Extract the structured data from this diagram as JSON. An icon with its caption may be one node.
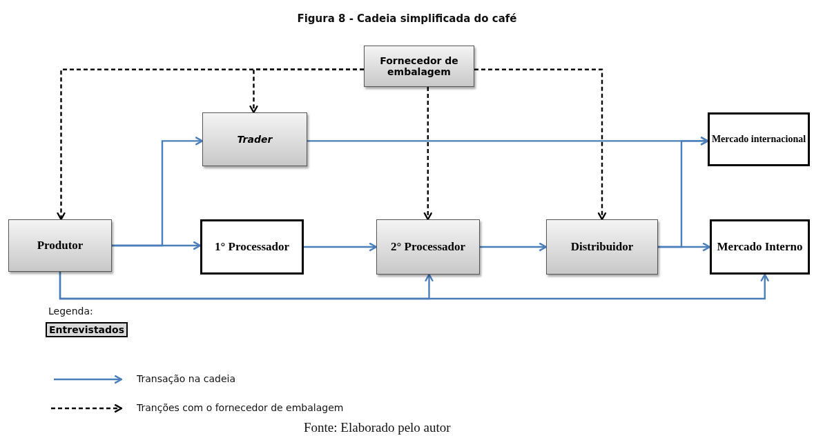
{
  "diagram": {
    "title": "Figura 8 - Cadeia simplificada do café",
    "caption": "Fonte: Elaborado pelo autor",
    "nodes": [
      {
        "text": [
          "Fornecedor de embalagem"
        ]
      },
      {
        "text": [
          "Trader"
        ]
      },
      {
        "text": [
          "Mercado internacional"
        ]
      },
      {
        "text": [
          "Produtor"
        ]
      },
      {
        "text": [
          "1° Processador"
        ]
      },
      {
        "text": [
          "2° Processador"
        ]
      },
      {
        "text": [
          "Distribuidor"
        ]
      },
      {
        "text": [
          "Mercado Interno"
        ]
      }
    ],
    "edges": [
      {
        "from": 0,
        "to": 3,
        "arrow": "to",
        "style": "dashed",
        "color": "#000000"
      },
      {
        "from": 0,
        "to": 1,
        "arrow": "to",
        "style": "dashed",
        "color": "#000000"
      },
      {
        "from": 0,
        "to": 5,
        "arrow": "to",
        "style": "dashed",
        "color": "#000000"
      },
      {
        "from": 0,
        "to": 6,
        "arrow": "to",
        "style": "dashed",
        "color": "#000000"
      },
      {
        "from": 3,
        "to": 1,
        "arrow": "to"
      },
      {
        "from": 3,
        "to": 4,
        "arrow": "to"
      },
      {
        "from": 4,
        "to": 5,
        "arrow": "to"
      },
      {
        "from": 5,
        "to": 6,
        "arrow": "to"
      },
      {
        "from": 6,
        "to": 7,
        "arrow": "to"
      },
      {
        "from": 1,
        "to": 2,
        "arrow": "to"
      },
      {
        "from": 6,
        "to": 2,
        "arrow": "to"
      },
      {
        "from": 3,
        "to": 5,
        "arrow": "to"
      },
      {
        "from": 3,
        "to": 7,
        "arrow": "to"
      }
    ],
    "labels": [
      "Legenda:"
    ],
    "legend": [
      {
        "text": "Entrevistados"
      },
      {
        "text": "Transação na cadeia"
      },
      {
        "text": "Tranções com o fornecedor de embalagem"
      }
    ]
  }
}
